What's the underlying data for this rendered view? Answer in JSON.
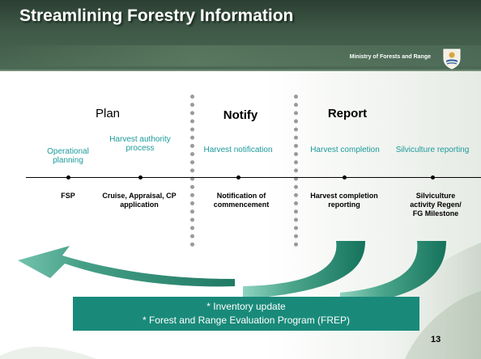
{
  "header": {
    "title": "Streamlining Forestry Information",
    "ministry": "Ministry of Forests and Range",
    "logo_icon": "bc-crest-icon"
  },
  "phases": {
    "plan": "Plan",
    "notify": "Notify",
    "report": "Report"
  },
  "stages": [
    {
      "label": "Operational planning",
      "detail": "FSP"
    },
    {
      "label": "Harvest authority process",
      "detail": "Cruise, Appraisal, CP application"
    },
    {
      "label": "Harvest notification",
      "detail": "Notification of commencement"
    },
    {
      "label": "Harvest completion",
      "detail": "Harvest completion reporting"
    },
    {
      "label": "Silviculture reporting",
      "detail": "Silviculture activity Regen/ FG Milestone"
    }
  ],
  "callout": {
    "line1": "* Inventory update",
    "line2": "* Forest and Range Evaluation Program (FREP)"
  },
  "page_number": "13",
  "colors": {
    "accent_teal": "#1c9a9a",
    "arrow_green": "#1f8a6e",
    "callout_bg": "#198a7a",
    "header_green": "#3f5a47"
  }
}
